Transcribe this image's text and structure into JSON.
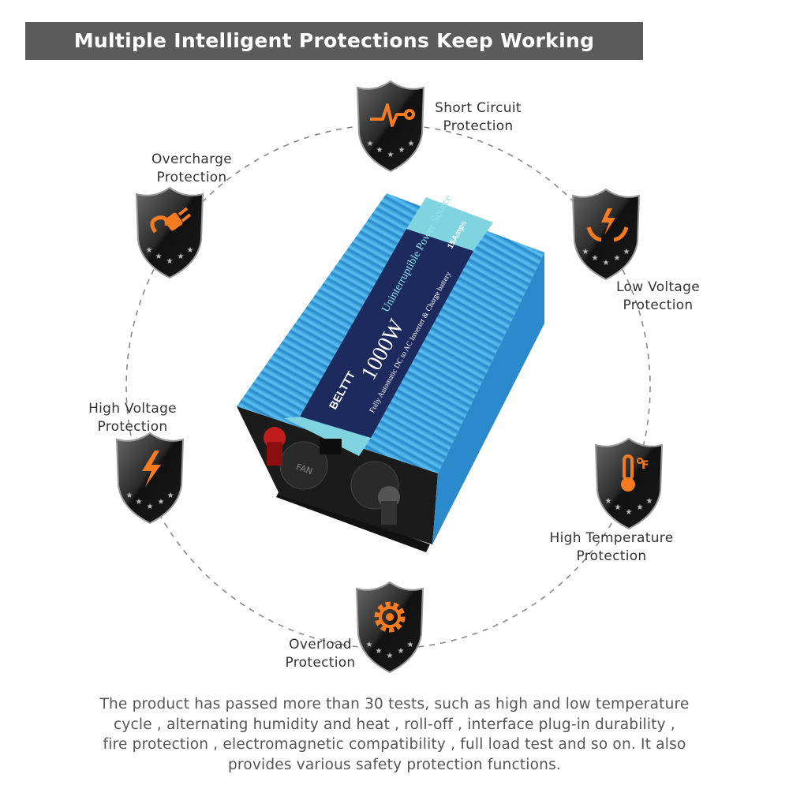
{
  "title": "Multiple Intelligent Protections Keep Working Steadily",
  "protections": [
    {
      "id": "short-circuit",
      "line1": "Short Circuit",
      "line2": "Protection",
      "icon": "pulse-icon"
    },
    {
      "id": "overcharge",
      "line1": "Overcharge",
      "line2": "Protection",
      "icon": "plug-icon"
    },
    {
      "id": "low-voltage",
      "line1": "Low Voltage",
      "line2": "Protection",
      "icon": "hands-lightning-icon"
    },
    {
      "id": "high-voltage",
      "line1": "High Voltage",
      "line2": "Protection",
      "icon": "lightning-icon"
    },
    {
      "id": "high-temperature",
      "line1": "High Temperature",
      "line2": "Protection",
      "icon": "thermometer-icon"
    },
    {
      "id": "overload",
      "line1": "Overload",
      "line2": "Protection",
      "icon": "gear-icon"
    }
  ],
  "product": {
    "brand": "BELTTT",
    "power": "1000W",
    "headline": "Uninterruptible Power Source",
    "subline": "Fully Automatic DC to AC Inverter & Charge battery",
    "amps": "15Amps",
    "fan_label": "FAN"
  },
  "description": [
    "The product has passed more than 30 tests, such as high and low temperature",
    "cycle , alternating humidity and heat , roll-off , interface plug-in durability ,",
    "fire protection , electromagnetic compatibility , full load test and so on. It also",
    "provides various safety protection functions."
  ],
  "colors": {
    "accent": "#f47b20",
    "title_bg": "#5b5b5b",
    "product_blue": "#3aa6e0",
    "label_navy": "#1c2a5e"
  }
}
